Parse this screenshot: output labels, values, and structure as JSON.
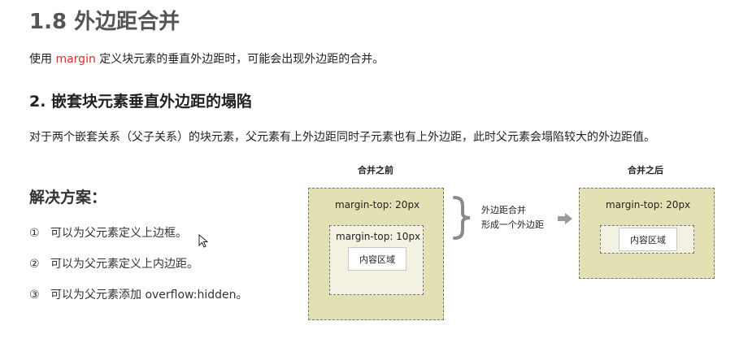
{
  "heading": "1.8 外边距合并",
  "intro": {
    "before": "使用 ",
    "keyword": "margin",
    "after": " 定义块元素的垂直外边距时，可能会出现外边距的合并。"
  },
  "subheading": "2. 嵌套块元素垂直外边距的塌陷",
  "description": "对于两个嵌套关系（父子关系）的块元素，父元素有上外边距同时子元素也有上外边距，此时父元素会塌陷较大的外边距值。",
  "solutions": {
    "title": "解决方案：",
    "items": [
      {
        "num": "①",
        "text": "可以为父元素定义上边框。"
      },
      {
        "num": "②",
        "text": "可以为父元素定义上内边距。"
      },
      {
        "num": "③",
        "text": "可以为父元素添加 overflow:hidden。"
      }
    ]
  },
  "diagram": {
    "before_label": "合并之前",
    "after_label": "合并之后",
    "outer_margin": "margin-top: 20px",
    "inner_margin": "margin-top: 10px",
    "content": "内容区域",
    "brace_line1": "外边距合并",
    "brace_line2": "形成一个外边距",
    "after_margin": "margin-top: 20px",
    "after_content": "内容区域"
  },
  "colors": {
    "keyword": "#d0342c",
    "outer_box": "#e3e1b3",
    "inner_box": "#f3f2e2"
  }
}
